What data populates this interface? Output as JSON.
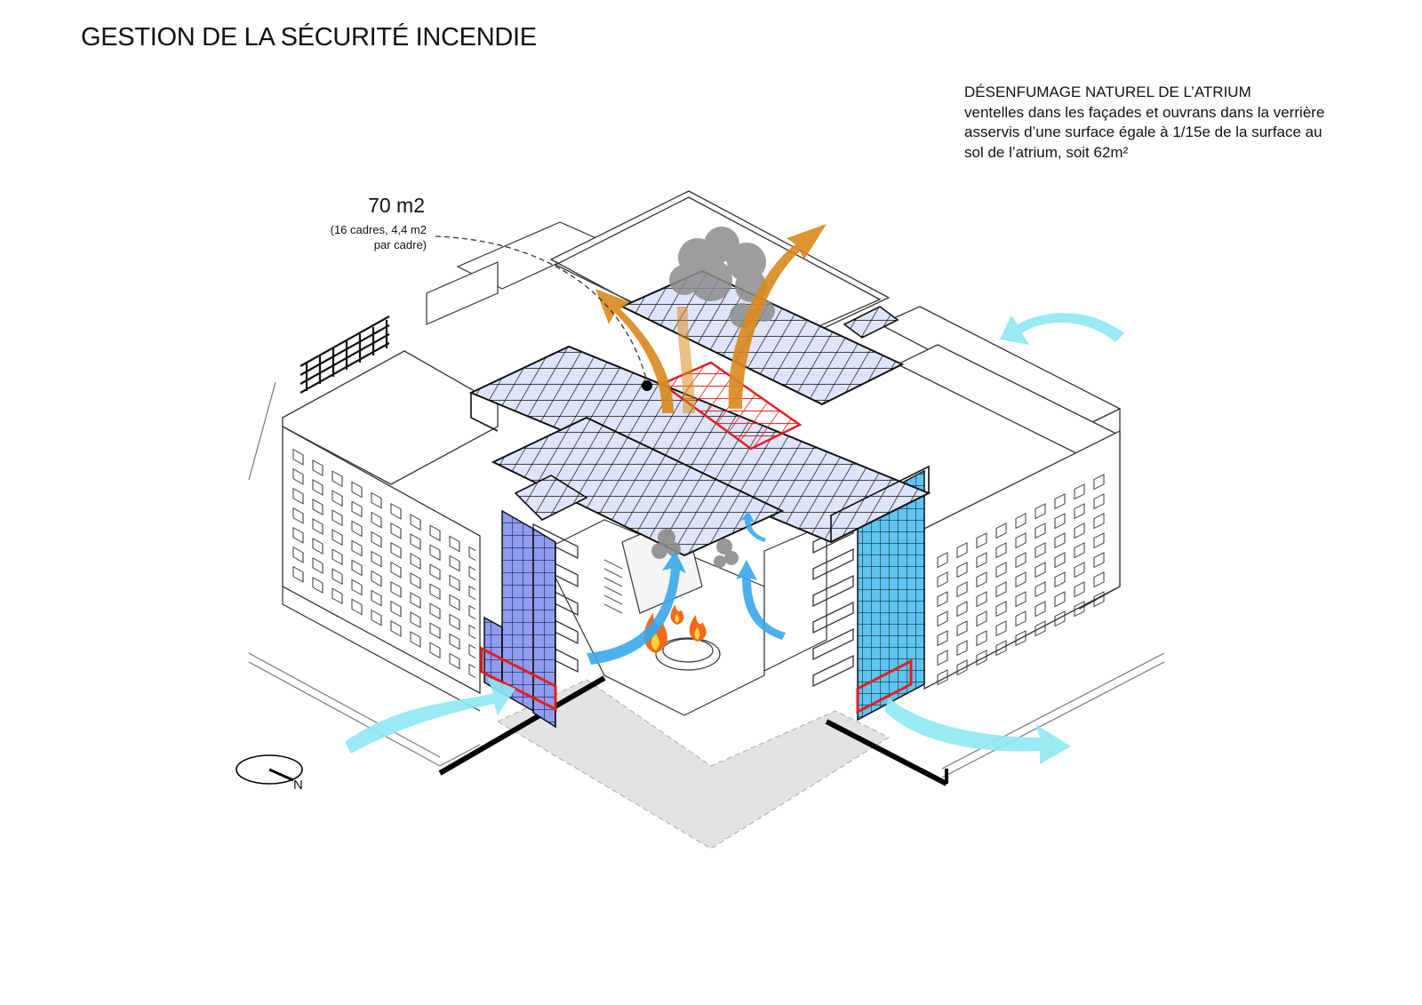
{
  "title": "GESTION DE LA SÉCURITÉ INCENDIE",
  "description": {
    "heading": "DÉSENFUMAGE NATUREL DE L’ATRIUM",
    "lines": [
      "ventelles dans les façades et ouvrans dans la verrière",
      "asservis d’une surface égale à 1/15e  de la surface au",
      "sol de l’atrium, soit 62m²"
    ]
  },
  "roof_opening": {
    "area": "70 m2",
    "detail_line1": "(16 cadres, 4,4 m2",
    "detail_line2": "par cadre)"
  },
  "north": {
    "label": "N"
  },
  "colors": {
    "fresh_air_arrow": "#8ee8f4",
    "fresh_air_arrow_inner": "#3aa8ec",
    "smoke_exhaust_arrow": "#d98a1c",
    "glass_roof": "#c9d2f5",
    "facade_glass_left": "#8f9cf0",
    "facade_glass_right": "#5fc4f0",
    "vent_highlight": "#e02020",
    "smoke": "#8c8c8c",
    "ground_shadow": "#e3e3e3"
  },
  "icons": [
    "fire-icon",
    "smoke-cloud-icon",
    "compass-icon",
    "air-inflow-arrow-icon",
    "smoke-exhaust-arrow-icon"
  ]
}
